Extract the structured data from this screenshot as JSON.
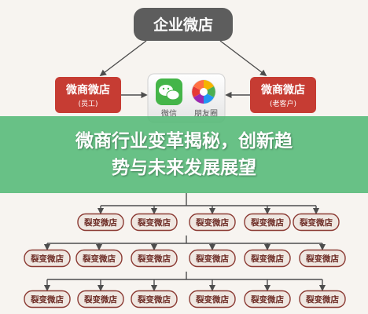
{
  "diagram": {
    "top_label": "企业微店",
    "left_box": {
      "label": "微商微店",
      "sub": "(员工)"
    },
    "right_box": {
      "label": "微商微店",
      "sub": "(老客户)"
    },
    "apps": [
      {
        "icon": "wechat-icon",
        "label": "微信"
      },
      {
        "icon": "moments-icon",
        "label": "朋友圈"
      }
    ],
    "leaf_label": "裂变微店",
    "colors": {
      "dark_box": "#5d5d5d",
      "red_box": "#c63c33",
      "banner": "#54ba76"
    }
  },
  "banner": {
    "line1": "微商行业变革揭秘，创新趋",
    "line2": "势与未来发展展望"
  }
}
